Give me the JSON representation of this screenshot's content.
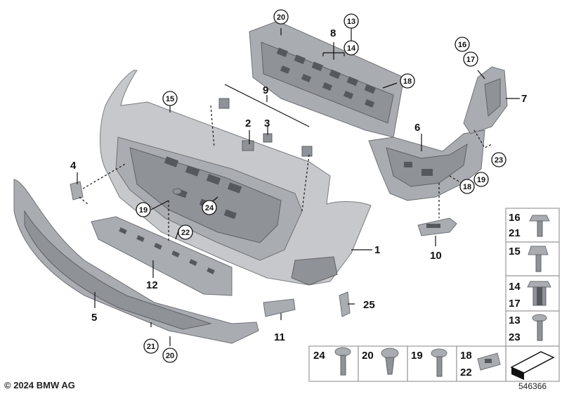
{
  "labels": {
    "l1": "1",
    "l2": "2",
    "l3": "3",
    "l4": "4",
    "l5": "5",
    "l6": "6",
    "l7": "7",
    "l8": "8",
    "l9": "9",
    "l10": "10",
    "l11": "11",
    "l12": "12",
    "l25": "25"
  },
  "circles": {
    "c20a": "20",
    "c13a": "13",
    "c14a": "14",
    "c16a": "16",
    "c17a": "17",
    "c18a": "18",
    "c15a": "15",
    "c23a": "23",
    "c19a": "19",
    "c18b": "18",
    "c24a": "24",
    "c19b": "19",
    "c22a": "22",
    "c21a": "21",
    "c20b": "20"
  },
  "fastener_legend": {
    "right": [
      {
        "top": "16",
        "bottom": "21"
      },
      {
        "top": "15",
        "bottom": ""
      },
      {
        "top": "14",
        "bottom": "17"
      },
      {
        "top": "13",
        "bottom": "23"
      }
    ],
    "bottom": [
      {
        "top": "24",
        "bottom": ""
      },
      {
        "top": "20",
        "bottom": ""
      },
      {
        "top": "19",
        "bottom": ""
      },
      {
        "top": "18",
        "bottom": "22"
      }
    ]
  },
  "footer": {
    "copyright": "© 2024 BMW AG",
    "diagram_id": "546366"
  }
}
